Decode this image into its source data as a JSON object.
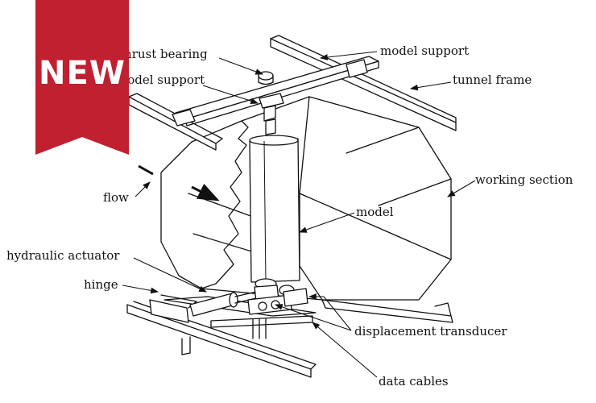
{
  "badge": {
    "text": "NEW",
    "color": "#c0202f"
  },
  "labels": {
    "thrust_bearing": "thrust bearing",
    "model_support_right": "model support",
    "model_support_left": "model support",
    "tunnel_frame": "tunnel frame",
    "flow": "flow",
    "working_section": "working section",
    "model": "model",
    "hydraulic_actuator": "hydraulic actuator",
    "hinge": "hinge",
    "displacement_transducer": "displacement transducer",
    "data_cables": "data cables"
  }
}
